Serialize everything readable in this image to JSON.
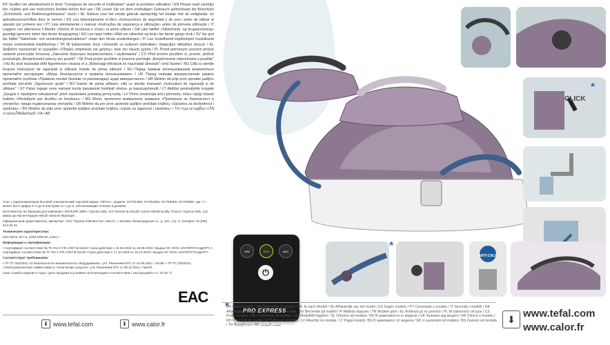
{
  "safety_text": {
    "fr": "FR Veuillez lire attentivement le livret \"Consignes de sécurité et d'utilisation\" avant la première utilisation / EN Please read carefully the «Safety and use instructions booklet before first use / DE Lesen Sie vor dem erstmaligen Gebrauch aufmerksam die Broschüre „Sicherheits- und Bedienungshinweise\" durch / NL Gelieve voor het eerste gebruik aandachtig het boekje met de veiligheids- en gebruiksvoorschriften door te nemen / ES Lea detenidamente el libro «Instrucciones de seguridad y de uso» antes de utilizar el aparato por primera vez / PT Leia atentamente o manual «Instruções de segurança e utilização» antes da primeira utilização / IT Leggere con attenzione il libretto «Norme di sicurezza e d'uso» al primo utilizzo / DA Læs hæftet «Sikkerheds- og brugsanvisning» grundigt igennem inden den første ibrugtagning / NO Les nøye heftet «Råd om sikkerhet og bruk» før første gangs bruk / SV Var god läs häftet \"Säkerhets- och användningsinstruktioner\" innan den första användningen / FI Lue huolellisesti käyttöohjeet huolellisesti ennen ensimmäistä käyttökertaa / TR İlk kullanımdan önce «Güvenlik ve kullanım talimatları» kitapçığını dikkatlice okuyun / EL Διαβάστε προσεκτικά το εγχειρίδιο «Οδηγίες ασφαλείας και χρήσης» πριν την πρώτη χρήση / PL Przed pierwszym użyciem proszę uważnie przeczytać broszurę „Zalecenia dotyczące bezpieczeństwa i użytkowania\" / CS Před prvním použitím si, prosím, pečlivě prostudujte „Bezpečnostní pokyny pro použití\" / SK Pred prvým použitím si pozorne prečítajte „Bezpečnostné odporúčania a použitie\" / HU Az első használat előtt figyelmesen olvassa el a „Biztonsági előírások és használati útmutató\" című füzetet / RO Citiți cu atenție broșura instrucțiuni de siguranță și utilizare înainte de prima utilizare / RU Перед первым использованием внимательно прочитайте инструкцию «Меры безопасности и правила использования» / UK Перед першим використанням уважно прочитайте посібник «Правила техніки безпеки та рекомендації щодо використання» / HR Molimo da prije prve uporabe pažljivo pročitate priručnik „Sigurnosne upute\" / RO Înainte de prima utilizare, citiți cu atenție manualul „Instrucțiuni de siguranță și de utilizare\" / ET Palun lugege enne esimest korda kasutamist hoolikalt ohutus- ja kasutusjuhendit / LT Atidžiai perskaitykite knygelę „Saugos ir naudojimo reikalavimai\" prieš naudodami prietaisą pirmą kartą / LV Pirms izmantojat ierīci pirmoreiz, lūdzu rūpīgi izlasiet bukletu «Norādījumi par drošību un lietošanu» / BG Моля, прочетете внимателно книжката «Препоръки за безопасност и употреба» преди първоначална употреба / SR Molimo da pre prve upotrebe pažljivo pročitate knjižicu «Uputstva za bezbednost i upotrebu» / BS Molimo da prije prve upotrebe pažljivo pročitate knjižicu «Upute za sigurnost i upotrebu» / TH กรุณาอ่านคู่มือการใช้งานก่อนใช้ผลิตภัณฑ์ / FA / AR"
  },
  "russian_info": {
    "p1": "Утюг с парогенератором бытовой электрический торговой марки «TEFAL», модели: GV7810E0, GV7820E0, GV7830E0, GV7840E0, где «*» может быть цифра от 0 до 9 или буква от А до Z, обозначающие отличия в дизайне.",
    "p2": "Изготовитель во Франции для компании «GROUPE SEB», Группа СЕБ, 112 Chemin du Moulin Carron 69130 Ecully, France / Группа СЕБ, 112 Шман дю Мулен Каррон 69130 Экюлли Франция",
    "p3": "Официальный представитель, импортёр*: ЗАО \"Группа СЕБ-Восток\" 125171, г. Москва, Ленинградское ш., д. 16А, стр. 3, телефон +8 (495) 213-32-32",
    "p4_hd": "Технические характеристики:",
    "p4": "220-240 В, 50 Гц, 2200-2400 Вт, класс I",
    "p5_hd": "Информация о сертификации:",
    "p5": "• Сертификат соответствия № ТС RU C-FR.АЯ27.В.01129 • Срок действия с 19.09.2018 по 18.09.2023 • Выдан ОС ООО «ИНТЕРСТАНДАРТ» • Сертификат соответствия № ТС RU C-FR.АЯ27.В.01130 • Срок действия с 17.10.2018 по 16.10.2023 • Выдан ОС ООО «ИНТЕРСТАНДАРТ»",
    "p6_hd": "Соответствует требованиям:",
    "p6": "• ТР ТС 004/2011 «О безопасности низковольтного оборудования», утв. Решением КТС от 16.08.2011 г. №768. • ТР ТС 020/2011 «Электромагнитная совместимость технических средств», утв. Решением КТС от 09.12.2011 г. №879.",
    "p7": "Срок службы изделия 2 года с даты продажи в условиях эксплуатации в соответствии с инструкцией и ст. 20-40 °C"
  },
  "eac_mark": "EAC",
  "bottom_left": {
    "url1": "www.tefal.com",
    "url2": "www.calor.fr"
  },
  "control_panel": {
    "btn_min": "MIN",
    "btn_eco": "ECO",
    "btn_max": "MAX",
    "brand": "PRO EXPRESS"
  },
  "click_label": "CLICK",
  "anti_calc_label": "ANTI-CALC",
  "model_note": "FR Selon modèle / EN Depending on model / DE Je nach Modell / NL Afhankelijk van het model / ES Según modelo / PT Consoante o modelo / IT Secondo i modelli / DA Afhængigt af model / NO Avhengig av modell / SV Beroende på modell / FI Mallista riippuen / TR Modele göre / EL Ανάλογα με το μοντέλο / PL W zależności od typu / CS Podle modelu / SK V závislosti od modelu / HU Modelltől függően / SL Odvisno od modela / RU В зависимости от модели / UK Залежно від моделі / HR Ovisno o modelu / RO În funcție de model / ET Sõltuvalt mudelist / LV Atkarībā no modeļa / LT Pagal modelį / BG В зависимост от модела / SR U zavisnosti od modela / BS Zavisno od modela / TH ขึ้นอยู่กับรุ่น / AR حسب الموديل",
  "bottom_right": {
    "url1": "www.tefal.com",
    "url2": "www.calor.fr"
  },
  "colors": {
    "body_purple": "#8c7990",
    "body_light": "#e9e3ea",
    "hose_blue": "#3d5f8a",
    "accent_star": "#3b6fb0"
  }
}
